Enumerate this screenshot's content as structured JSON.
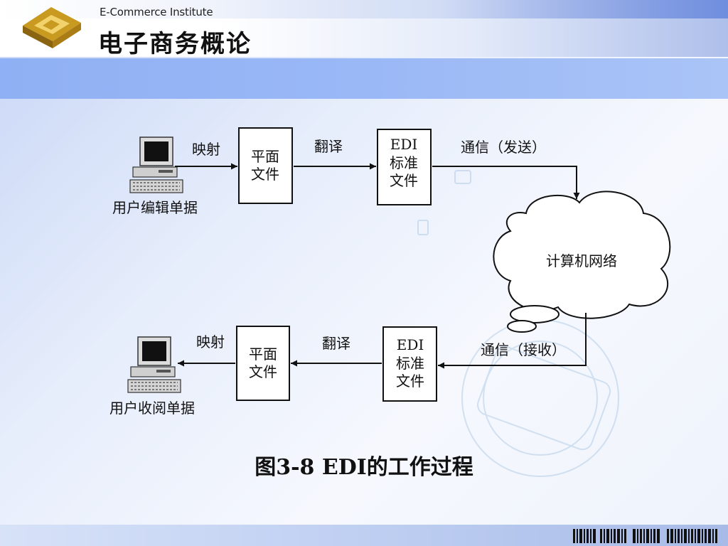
{
  "header": {
    "subtitle": "E-Commerce Institute",
    "title": "电子商务概论"
  },
  "diagram": {
    "top_row": {
      "computer_label": "用户编辑单据",
      "arrow1_label": "映射",
      "box1_line1": "平面",
      "box1_line2": "文件",
      "arrow2_label": "翻译",
      "box2_line1": "EDI",
      "box2_line2": "标准",
      "box2_line3": "文件",
      "arrow3_label": "通信（发送）"
    },
    "cloud_label": "计算机网络",
    "bottom_row": {
      "arrow_in_label": "通信（接收）",
      "box2_line1": "EDI",
      "box2_line2": "标准",
      "box2_line3": "文件",
      "arrow2_label": "翻译",
      "box1_line1": "平面",
      "box1_line2": "文件",
      "arrow1_label": "映射",
      "computer_label": "用户收阅单据"
    },
    "caption": "图3-8  EDI的工作过程"
  }
}
